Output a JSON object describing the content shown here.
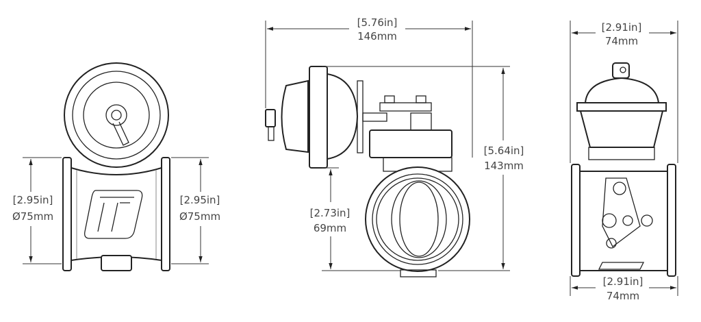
{
  "left_view": {
    "left_dim": {
      "in": "[2.95in]",
      "mm": "Ø75mm"
    },
    "right_dim": {
      "in": "[2.95in]",
      "mm": "Ø75mm"
    }
  },
  "side_view": {
    "width_dim": {
      "in": "[5.76in]",
      "mm": "146mm"
    },
    "height_dim": {
      "in": "[5.64in]",
      "mm": "143mm"
    },
    "center_dim": {
      "in": "[2.73in]",
      "mm": "69mm"
    }
  },
  "right_view": {
    "top_dim": {
      "in": "[2.91in]",
      "mm": "74mm"
    },
    "bottom_dim": {
      "in": "[2.91in]",
      "mm": "74mm"
    }
  },
  "colors": {
    "line": "#222222",
    "text": "#444444"
  }
}
